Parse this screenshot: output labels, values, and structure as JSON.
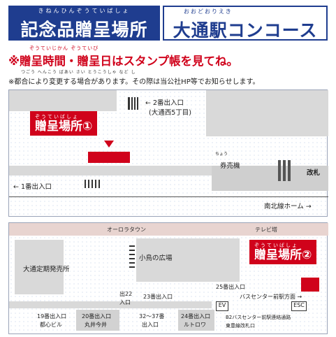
{
  "header": {
    "left_ruby": "きねんひんぞうていばしょ",
    "left_title": "記念品贈呈場所",
    "right_ruby": "おおどおりえき",
    "right_title": "大通駅コンコース"
  },
  "notice": {
    "ruby": "ぞうていじかん ぞうていび",
    "text": "※贈呈時間・贈呈日はスタンプ帳を見てね。",
    "sub_ruby": "つごう へんこう ばあい さい とうこうしゃ など し",
    "sub_text": "※都合により変更する場合があります。その際は当公社HP等でお知らせします。"
  },
  "map1": {
    "exit2": "2番出入口",
    "exit2_sub": "(大通西5丁目)",
    "exit1": "1番出入口",
    "ticket": "券売機",
    "ticket_ruby": "ちょう",
    "gate": "改札",
    "namboku": "南北線ホーム",
    "spot_ruby": "ぞうていばしょ",
    "spot_label": "贈呈場所①"
  },
  "map2": {
    "aurora": "オーロラタウン",
    "tv": "テレビ塔",
    "kotori": "小鳥の広場",
    "teiki": "大通定期発売所",
    "spot_ruby": "ぞうていばしょ",
    "spot_label": "贈呈場所②",
    "exit25": "25番出入口",
    "bus": "バスセンター前駅方面",
    "exit22": "出22",
    "exit22b": "入口",
    "exit23": "23番出入口",
    "exit19": "19番出入口",
    "exit19_sub": "都心ビル",
    "exit20": "20番出入口",
    "exit20_sub": "丸井今井",
    "exit32": "32〜37番",
    "exit32_sub": "出入口",
    "exit24": "24番出入口",
    "exit24_sub": "ルトロワ",
    "ev": "EV",
    "esc": "ESC",
    "b2_1": "B2バスセンター前駅連絡通路",
    "b2_2": "東豊線改札口"
  },
  "colors": {
    "navy": "#1f3d8f",
    "red": "#d0021b",
    "gray": "#d9d9d9",
    "pink": "#e8d4d0"
  }
}
